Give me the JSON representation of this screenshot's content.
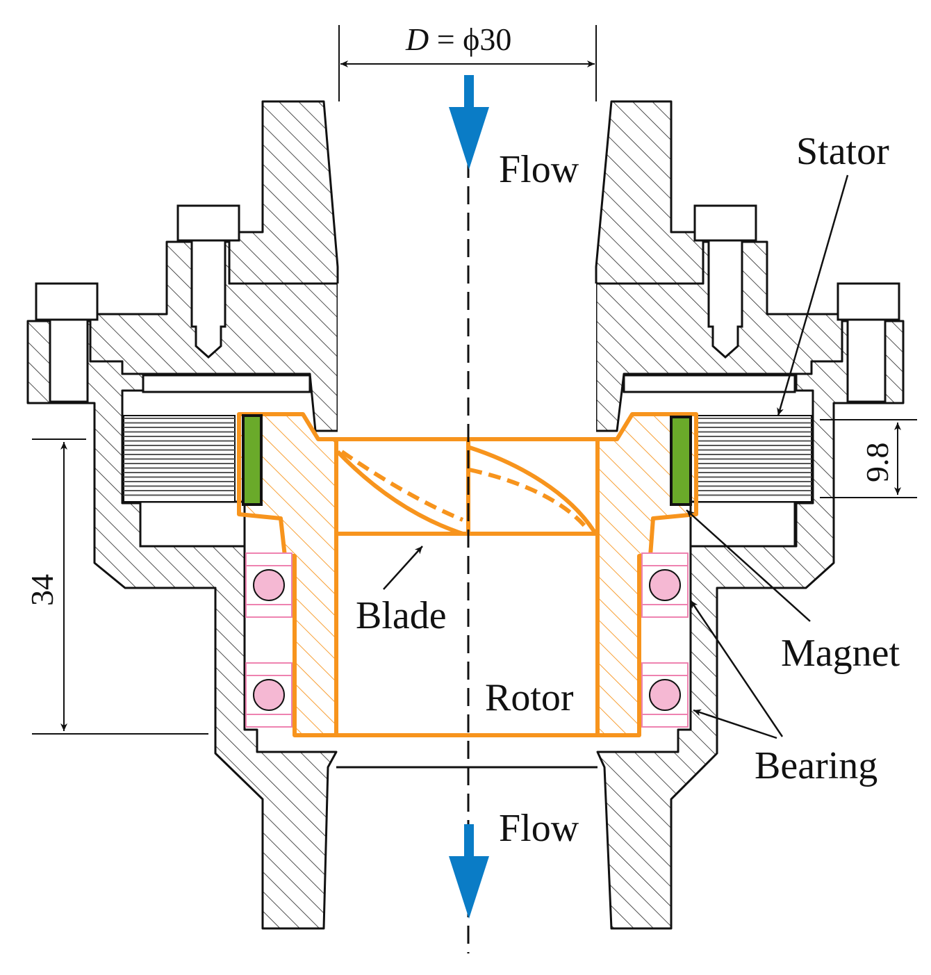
{
  "labels": {
    "diameter_var": "D",
    "diameter_rest": " = ϕ30",
    "flow_top": "Flow",
    "flow_bottom": "Flow",
    "stator": "Stator",
    "blade": "Blade",
    "rotor": "Rotor",
    "magnet": "Magnet",
    "bearing": "Bearing",
    "dim_height": "34",
    "dim_magnet": "9.8"
  },
  "colors": {
    "outline": "#111111",
    "rotor": "#f7941d",
    "magnet": "#6aaa2a",
    "bearing_fill": "#f5b8d3",
    "bearing_line": "#ee82b0",
    "flow_arrow": "#0a7cc6",
    "stator_lamination": "#555555"
  }
}
